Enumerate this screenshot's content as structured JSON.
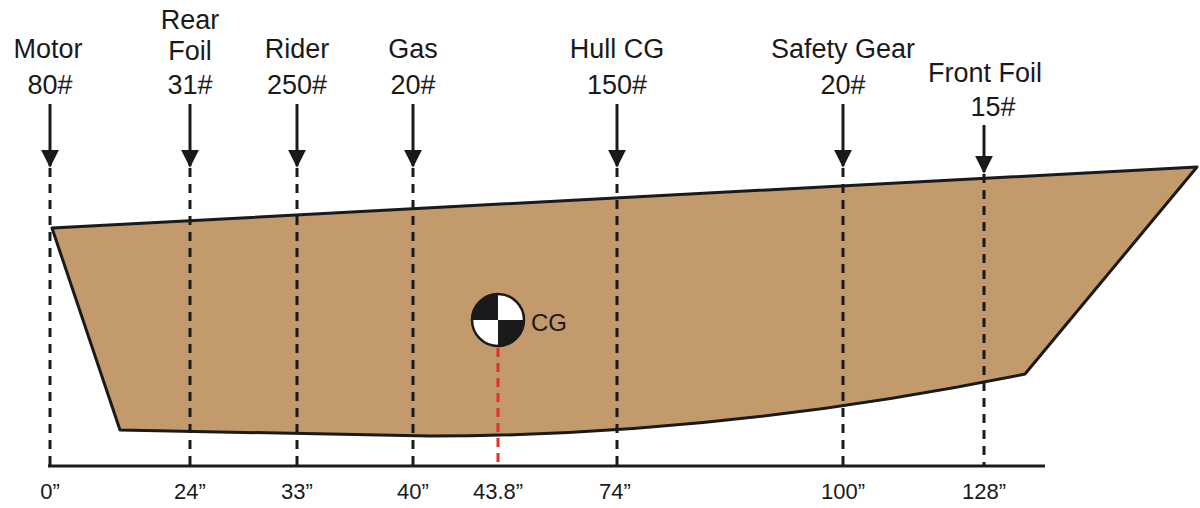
{
  "diagram": {
    "labels": [
      "Motor",
      "80#",
      "Rear Foil",
      "31#",
      "Rider",
      "250#",
      "Gas",
      "20#",
      "Hull CG",
      "150#",
      "Safety Gear",
      "20#",
      "Front Foil",
      "15#",
      "CG",
      "0”",
      "24”",
      "33”",
      "40”",
      "43.8”",
      "74”",
      "100”",
      "128”"
    ]
  }
}
